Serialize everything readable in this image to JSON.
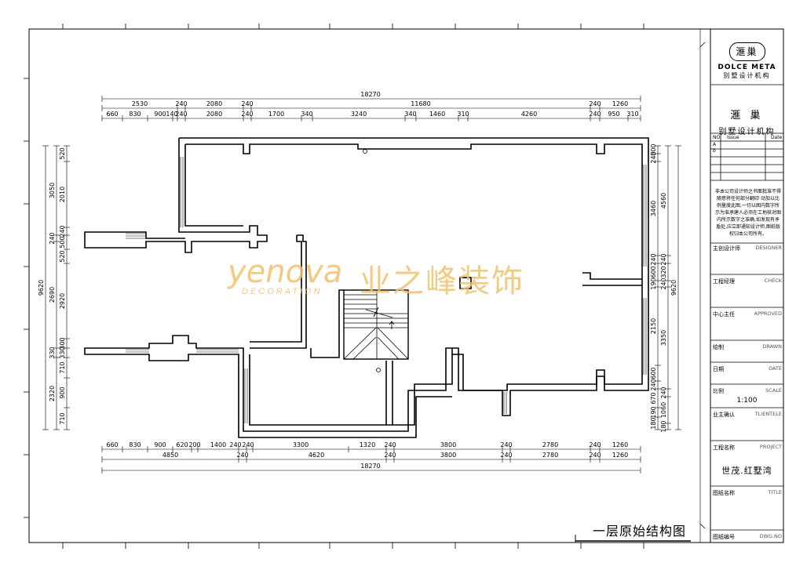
{
  "drawing_title": "一层原始结构图",
  "watermark": {
    "latin": "yenova",
    "chinese": "业之峰装饰",
    "sub": "DECORATION"
  },
  "dimensions": {
    "top_overall": "18270",
    "top_row1": [
      "2530",
      "240",
      "2080",
      "240",
      "11680",
      "240",
      "1260"
    ],
    "top_row2": [
      "660",
      "830",
      "900",
      "140",
      "240",
      "2080",
      "240",
      "1700",
      "340",
      "3240",
      "340",
      "1460",
      "310",
      "4260",
      "240",
      "950",
      "310"
    ],
    "bottom_row1": [
      "660",
      "830",
      "900",
      "620",
      "200",
      "1400",
      "240",
      "240",
      "3300",
      "1320",
      "240",
      "3800",
      "240",
      "2780",
      "240",
      "1260"
    ],
    "bottom_row2": [
      "4850",
      "240",
      "4620",
      "240",
      "3800",
      "240",
      "2780",
      "240",
      "1260"
    ],
    "bottom_overall": "18270",
    "left_overall": "9620",
    "left_row1": [
      "3050",
      "240",
      "2690",
      "330",
      "2320"
    ],
    "left_row2": [
      "520",
      "2010",
      "240",
      "500",
      "520",
      "2920",
      "300",
      "330",
      "710",
      "900",
      "710"
    ],
    "right_row1": [
      "300",
      "240",
      "3460",
      "240",
      "600",
      "190",
      "2150",
      "600",
      "240",
      "670",
      "190",
      "180"
    ],
    "right_row2": [
      "4560",
      "240",
      "320",
      "240",
      "3350",
      "240",
      "1060",
      "180"
    ],
    "right_overall": "9620"
  },
  "title_block": {
    "logo_seal": "滙巢",
    "logo_en": "DOLCE META",
    "logo_cn": "别墅设计机构",
    "firm_name": "滙 巢",
    "firm_sub": "别墅设计机构",
    "revision_header": {
      "no": "NO.",
      "issue": "Issue",
      "date": "Date",
      "row_a": "A",
      "row_b": "b"
    },
    "notice": "非本公司设计师之书面批准不得随意将任何部分翻印 动加以比例量度此图,一切以图内数字所示为准承建人必须在工地核对图内所示数字之准确,如发现有矛盾处,应立即通知设计师,图纸版权归本公司所有。",
    "rows": [
      {
        "cn": "主创设计师",
        "en": "DESIGNER"
      },
      {
        "cn": "工程经理",
        "en": "CHECK"
      },
      {
        "cn": "中心主任",
        "en": "APPROVED"
      },
      {
        "cn": "绘制",
        "en": "DRAWN"
      },
      {
        "cn": "日期",
        "en": "DATE"
      },
      {
        "cn": "比例",
        "en": "SCALE"
      },
      {
        "cn": "业主确认",
        "en": "TLIENTELE"
      },
      {
        "cn": "工程名称",
        "en": "PROJECT"
      },
      {
        "cn": "图纸名称",
        "en": "TITLE"
      },
      {
        "cn": "图纸编号",
        "en": "DWG.NO"
      }
    ],
    "scale_value": "1:100",
    "project_value": "世茂.红墅湾"
  }
}
